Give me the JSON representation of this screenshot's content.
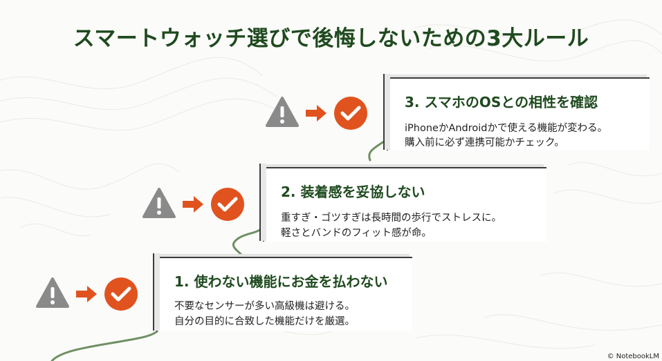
{
  "title": "スマートウォッチ選びで後悔しないための3大ルール",
  "colors": {
    "title": "#1f4a1f",
    "warning": "#8a8a8a",
    "arrow": "#e0531f",
    "check": "#e0531f",
    "path": "#6f8f63"
  },
  "steps": [
    {
      "title": "1. 使わない機能にお金を払わない",
      "line1": "不要なセンサーが多い高級機は避ける。",
      "line2": "自分の目的に合致した機能だけを厳選。",
      "icons": [
        "warning-icon",
        "arrow-right-icon",
        "check-icon"
      ]
    },
    {
      "title": "2. 装着感を妥協しない",
      "line1": "重すぎ・ゴツすぎは長時間の歩行でストレスに。",
      "line2": "軽さとバンドのフィット感が命。",
      "icons": [
        "warning-icon",
        "arrow-right-icon",
        "check-icon"
      ]
    },
    {
      "title": "3. スマホのOSとの相性を確認",
      "line1": "iPhoneかAndroidかで使える機能が変わる。",
      "line2": "購入前に必ず連携可能かチェック。",
      "icons": [
        "warning-icon",
        "arrow-right-icon",
        "check-icon"
      ]
    }
  ],
  "footer": "© NotebookLM"
}
